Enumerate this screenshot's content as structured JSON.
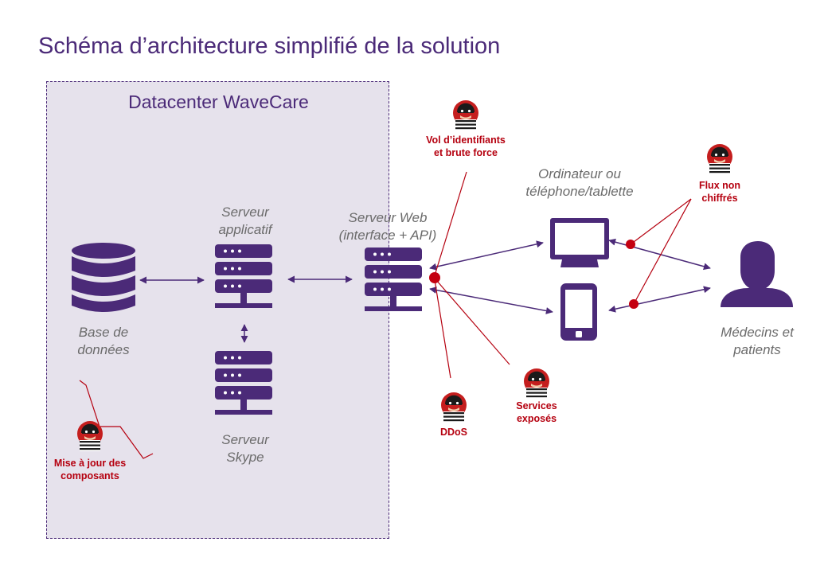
{
  "title": "Schéma d’architecture simplifié de la solution",
  "datacenter": {
    "label": "Datacenter WaveCare"
  },
  "components": {
    "database": {
      "line1": "Base de",
      "line2": "données"
    },
    "app_server": {
      "line1": "Serveur",
      "line2": "applicatif"
    },
    "skype_server": {
      "line1": "Serveur",
      "line2": "Skype"
    },
    "web_server": {
      "line1": "Serveur Web",
      "line2": "(interface + API)"
    },
    "devices": {
      "line1": "Ordinateur ou",
      "line2": "téléphone/tablette"
    },
    "users": {
      "line1": "Médecins et",
      "line2": "patients"
    }
  },
  "threats": {
    "credential_theft": {
      "line1": "Vol d’identifiants",
      "line2": "et brute force"
    },
    "unencrypted_flows": {
      "line1": "Flux  non",
      "line2": "chiffrés"
    },
    "ddos": {
      "line1": "DDoS"
    },
    "exposed_services": {
      "line1": "Services",
      "line2": "exposés"
    },
    "component_updates": {
      "line1": "Mise à jour des",
      "line2": "composants"
    }
  },
  "colors": {
    "brand_purple": "#4b2a78",
    "threat_red": "#b5000f",
    "datacenter_bg": "#e6e2ec",
    "label_gray": "#6b6b6b"
  },
  "icons": {
    "database": "database-icon",
    "server": "server-icon",
    "monitor": "monitor-icon",
    "smartphone": "smartphone-icon",
    "user": "user-icon",
    "hacker": "hacker-icon"
  }
}
